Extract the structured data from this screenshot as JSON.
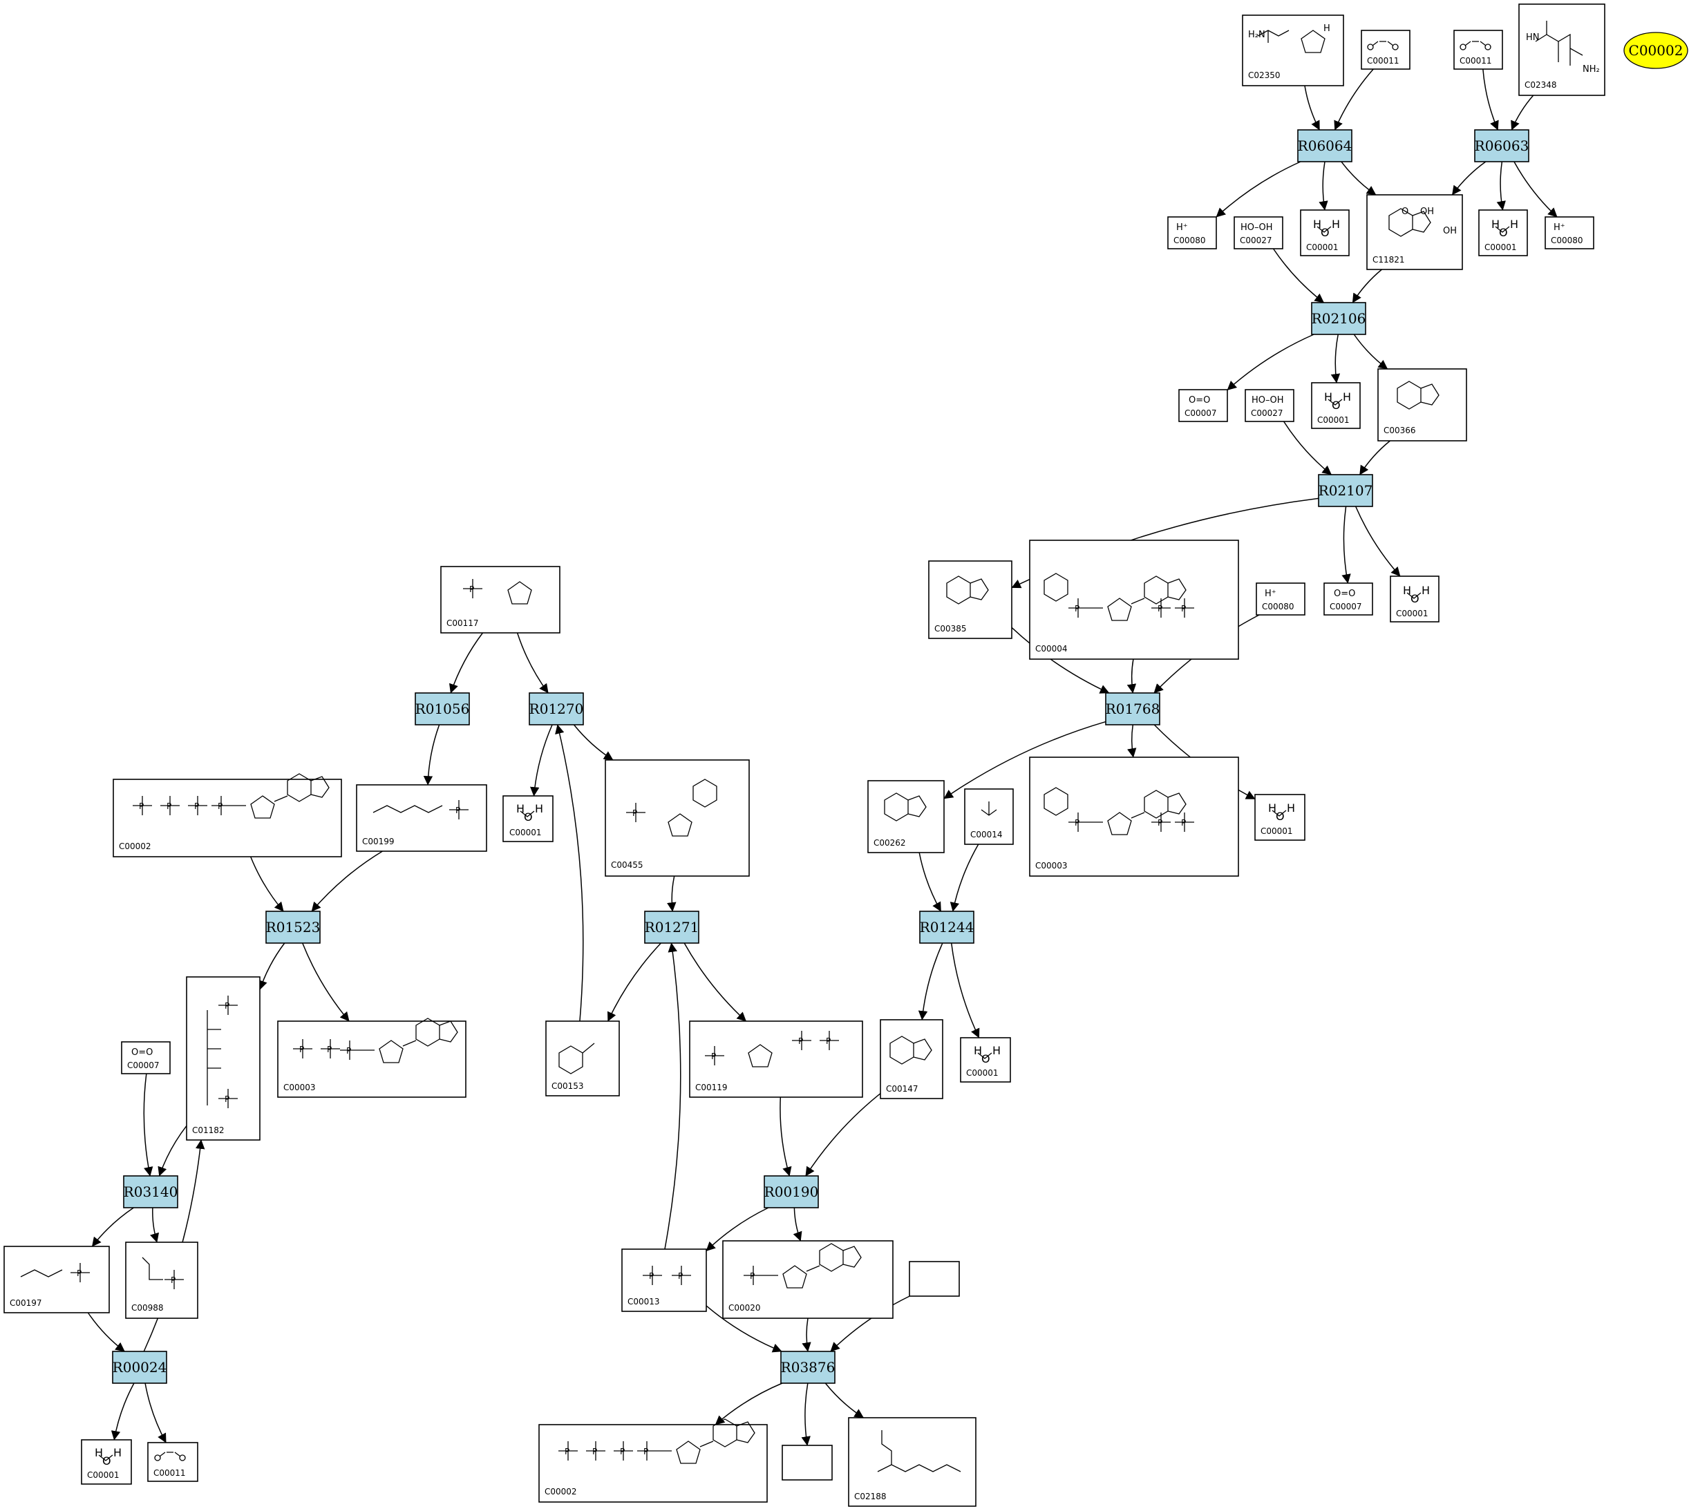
{
  "highlight": {
    "label": "C00002",
    "color": "#ffff00"
  },
  "colors": {
    "reaction_fill": "#add8e6",
    "compound_fill": "#ffffff",
    "stroke": "#000000"
  },
  "reactions": [
    {
      "id": "R06064",
      "label": "R06064"
    },
    {
      "id": "R06063",
      "label": "R06063"
    },
    {
      "id": "R02106",
      "label": "R02106"
    },
    {
      "id": "R02107",
      "label": "R02107"
    },
    {
      "id": "R01768",
      "label": "R01768"
    },
    {
      "id": "R01056",
      "label": "R01056"
    },
    {
      "id": "R01270",
      "label": "R01270"
    },
    {
      "id": "R01523",
      "label": "R01523"
    },
    {
      "id": "R01271",
      "label": "R01271"
    },
    {
      "id": "R01244",
      "label": "R01244"
    },
    {
      "id": "R03140",
      "label": "R03140"
    },
    {
      "id": "R00190",
      "label": "R00190"
    },
    {
      "id": "R00024",
      "label": "R00024"
    },
    {
      "id": "R03876",
      "label": "R03876"
    }
  ],
  "compounds": [
    {
      "key": "c02350",
      "label": "C02350",
      "formula": ""
    },
    {
      "key": "c00011a",
      "label": "C00011",
      "formula": ""
    },
    {
      "key": "c00011b",
      "label": "C00011",
      "formula": ""
    },
    {
      "key": "c02348",
      "label": "C02348",
      "formula": ""
    },
    {
      "key": "c00080a",
      "label": "C00080",
      "formula": "H⁺"
    },
    {
      "key": "c00027a",
      "label": "C00027",
      "formula": "HO–OH"
    },
    {
      "key": "c00001a",
      "label": "C00001",
      "formula": ""
    },
    {
      "key": "c11821",
      "label": "C11821",
      "formula": ""
    },
    {
      "key": "c00001b",
      "label": "C00001",
      "formula": ""
    },
    {
      "key": "c00080b",
      "label": "C00080",
      "formula": "H⁺"
    },
    {
      "key": "c00007a",
      "label": "C00007",
      "formula": "O=O"
    },
    {
      "key": "c00027b",
      "label": "C00027",
      "formula": "HO–OH"
    },
    {
      "key": "c00001c",
      "label": "C00001",
      "formula": ""
    },
    {
      "key": "c00366",
      "label": "C00366",
      "formula": ""
    },
    {
      "key": "c00385",
      "label": "C00385",
      "formula": ""
    },
    {
      "key": "c00004",
      "label": "C00004",
      "formula": ""
    },
    {
      "key": "c00080c",
      "label": "C00080",
      "formula": "H⁺"
    },
    {
      "key": "c00007b",
      "label": "C00007",
      "formula": "O=O"
    },
    {
      "key": "c00001d",
      "label": "C00001",
      "formula": ""
    },
    {
      "key": "c00117",
      "label": "C00117",
      "formula": ""
    },
    {
      "key": "c00002a",
      "label": "C00002",
      "formula": ""
    },
    {
      "key": "c00199",
      "label": "C00199",
      "formula": ""
    },
    {
      "key": "c00001e",
      "label": "C00001",
      "formula": ""
    },
    {
      "key": "c00455",
      "label": "C00455",
      "formula": ""
    },
    {
      "key": "c00262",
      "label": "C00262",
      "formula": ""
    },
    {
      "key": "c00014",
      "label": "C00014",
      "formula": ""
    },
    {
      "key": "c00003a",
      "label": "C00003",
      "formula": ""
    },
    {
      "key": "c00001f",
      "label": "C00001",
      "formula": ""
    },
    {
      "key": "c01182",
      "label": "C01182",
      "formula": ""
    },
    {
      "key": "c00003b",
      "label": "C00003",
      "formula": ""
    },
    {
      "key": "c00007c",
      "label": "C00007",
      "formula": "O=O"
    },
    {
      "key": "c00153",
      "label": "C00153",
      "formula": ""
    },
    {
      "key": "c00119",
      "label": "C00119",
      "formula": ""
    },
    {
      "key": "c00147",
      "label": "C00147",
      "formula": ""
    },
    {
      "key": "c00001g",
      "label": "C00001",
      "formula": ""
    },
    {
      "key": "c00197",
      "label": "C00197",
      "formula": ""
    },
    {
      "key": "c00988",
      "label": "C00988",
      "formula": ""
    },
    {
      "key": "c00013",
      "label": "C00013",
      "formula": ""
    },
    {
      "key": "c00020",
      "label": "C00020",
      "formula": ""
    },
    {
      "key": "blank1",
      "label": "",
      "formula": ""
    },
    {
      "key": "c00001h",
      "label": "C00001",
      "formula": ""
    },
    {
      "key": "c00011c",
      "label": "C00011",
      "formula": ""
    },
    {
      "key": "c00002b",
      "label": "C00002",
      "formula": ""
    },
    {
      "key": "blank2",
      "label": "",
      "formula": ""
    },
    {
      "key": "c02188",
      "label": "C02188",
      "formula": ""
    }
  ],
  "edges": [
    [
      "c02350",
      "R06064"
    ],
    [
      "c00011a",
      "R06064"
    ],
    [
      "R06064",
      "c00080a"
    ],
    [
      "R06064",
      "c00001a"
    ],
    [
      "R06064",
      "c11821"
    ],
    [
      "c00011b",
      "R06063"
    ],
    [
      "c02348",
      "R06063"
    ],
    [
      "R06063",
      "c11821"
    ],
    [
      "R06063",
      "c00001b"
    ],
    [
      "R06063",
      "c00080b"
    ],
    [
      "c00027a",
      "R02106"
    ],
    [
      "c11821",
      "R02106"
    ],
    [
      "R02106",
      "c00007a"
    ],
    [
      "R02106",
      "c00001c"
    ],
    [
      "R02106",
      "c00366"
    ],
    [
      "c00027b",
      "R02107"
    ],
    [
      "c00366",
      "R02107"
    ],
    [
      "R02107",
      "c00385"
    ],
    [
      "R02107",
      "c00007b"
    ],
    [
      "R02107",
      "c00001d"
    ],
    [
      "c00385",
      "R01768"
    ],
    [
      "c00004",
      "R01768"
    ],
    [
      "c00080c",
      "R01768"
    ],
    [
      "R01768",
      "c00262"
    ],
    [
      "R01768",
      "c00003a"
    ],
    [
      "R01768",
      "c00001f"
    ],
    [
      "c00117",
      "R01056"
    ],
    [
      "c00117",
      "R01270"
    ],
    [
      "R01056",
      "c00199"
    ],
    [
      "R01270",
      "c00001e"
    ],
    [
      "R01270",
      "c00455"
    ],
    [
      "c00153",
      "R01270"
    ],
    [
      "c00002a",
      "R01523"
    ],
    [
      "c00199",
      "R01523"
    ],
    [
      "R01523",
      "c01182"
    ],
    [
      "R01523",
      "c00003b"
    ],
    [
      "c00455",
      "R01271"
    ],
    [
      "c00013",
      "R01271"
    ],
    [
      "R01271",
      "c00153"
    ],
    [
      "R01271",
      "c00119"
    ],
    [
      "c00262",
      "R01244"
    ],
    [
      "c00014",
      "R01244"
    ],
    [
      "R01244",
      "c00147"
    ],
    [
      "R01244",
      "c00001g"
    ],
    [
      "c00007c",
      "R03140"
    ],
    [
      "c01182",
      "R03140"
    ],
    [
      "R03140",
      "c00197"
    ],
    [
      "R03140",
      "c00988"
    ],
    [
      "c00119",
      "R00190"
    ],
    [
      "c00147",
      "R00190"
    ],
    [
      "R00190",
      "c00013"
    ],
    [
      "R00190",
      "c00020"
    ],
    [
      "c00197",
      "R00024"
    ],
    [
      "R00024",
      "c01182"
    ],
    [
      "R00024",
      "c00001h"
    ],
    [
      "R00024",
      "c00011c"
    ],
    [
      "c00013",
      "R03876"
    ],
    [
      "c00020",
      "R03876"
    ],
    [
      "blank1",
      "R03876"
    ],
    [
      "R03876",
      "c00002b"
    ],
    [
      "R03876",
      "blank2"
    ],
    [
      "R03876",
      "c02188"
    ]
  ]
}
